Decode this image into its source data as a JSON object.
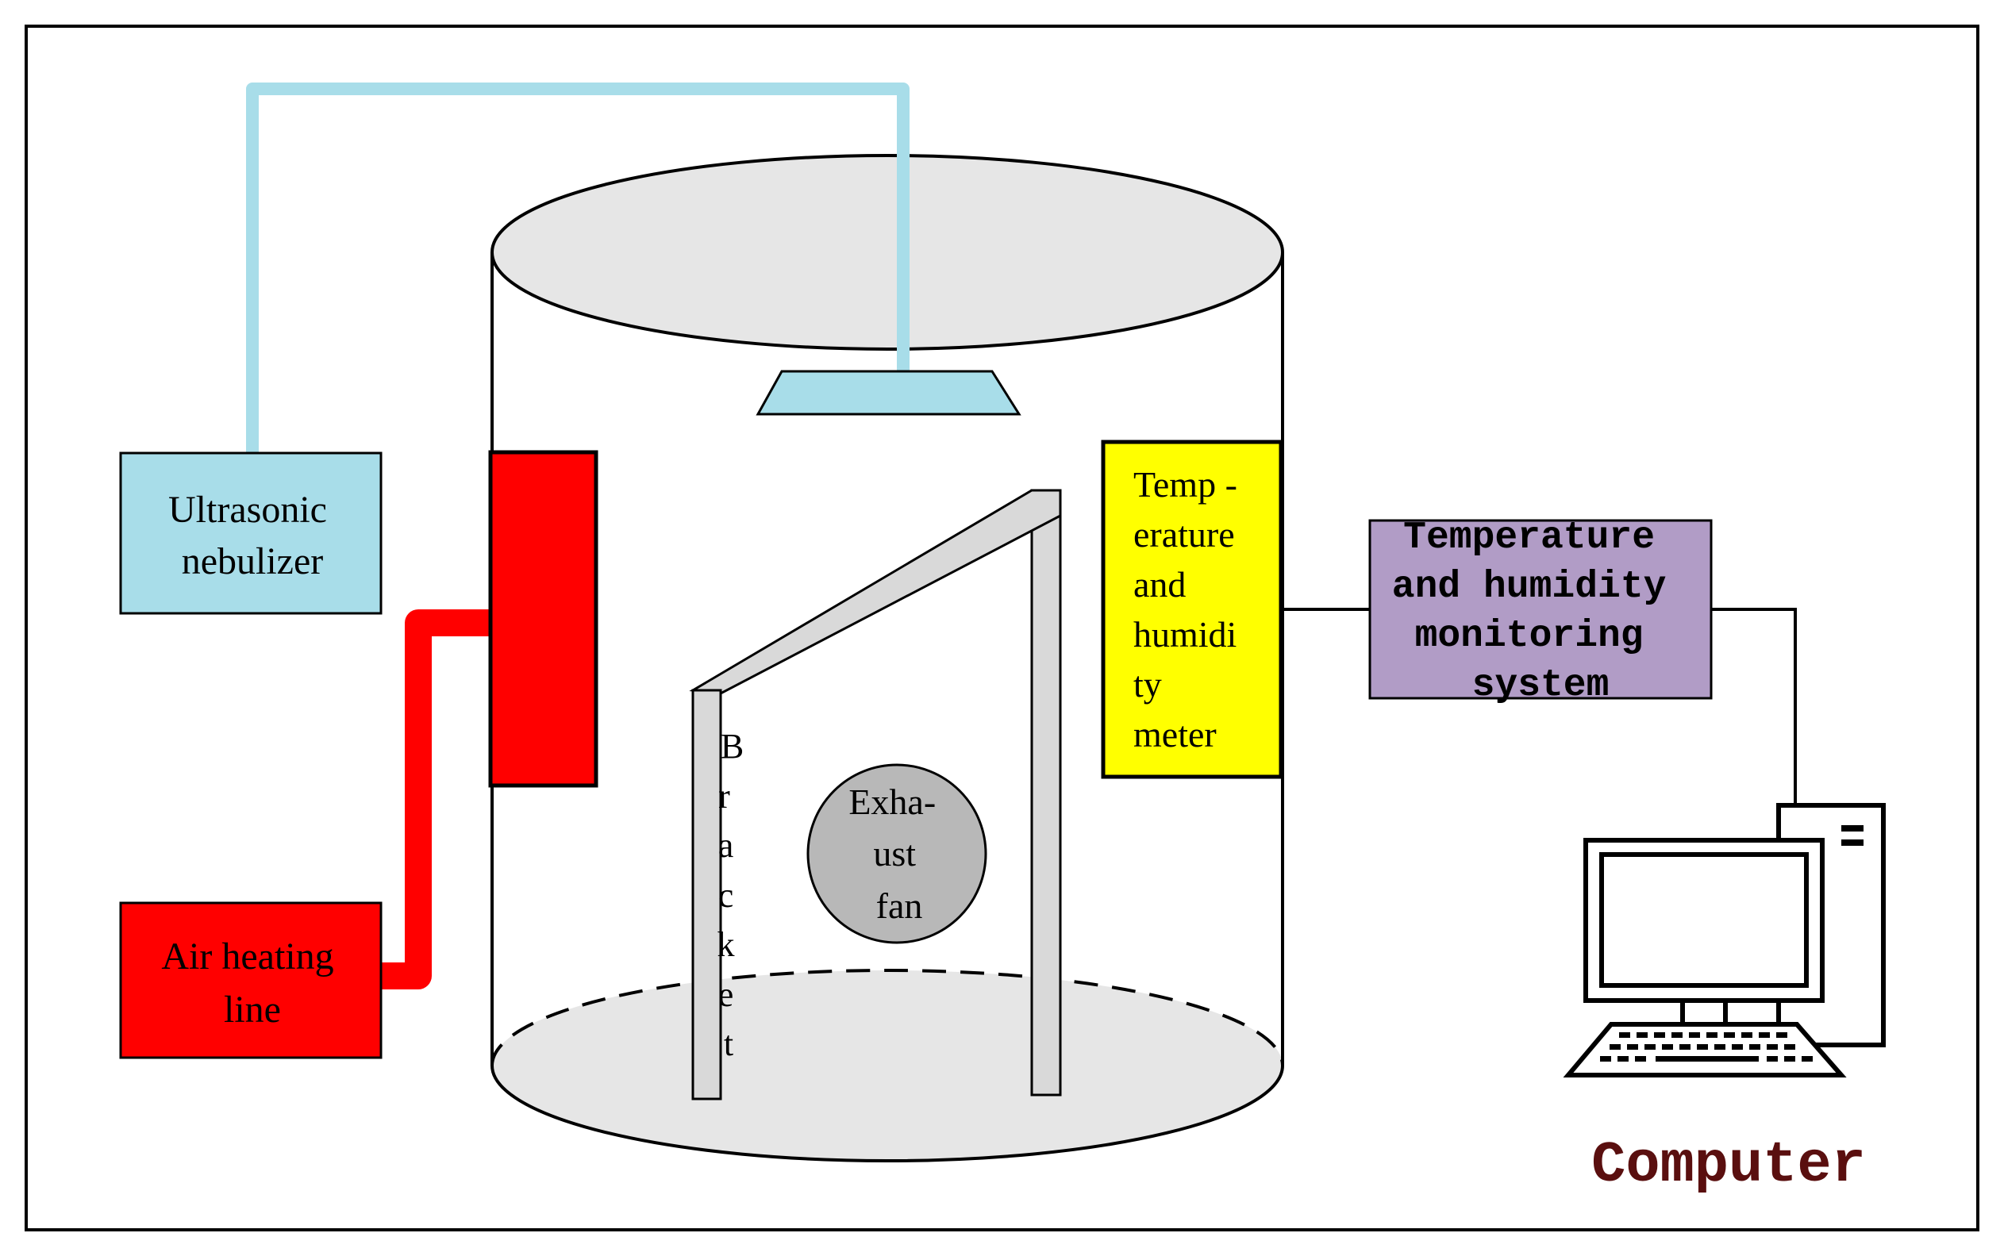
{
  "labels": {
    "nebulizer": [
      "Ultrasonic",
      "nebulizer"
    ],
    "heater": [
      "Air heating",
      "line"
    ],
    "meter": [
      "Temp -",
      "erature",
      "and",
      "humidi",
      "ty",
      "meter"
    ],
    "monitoring": [
      "Temperature",
      "and humidity",
      "monitoring",
      "system"
    ],
    "fan": [
      "Exha-",
      "ust",
      "fan"
    ],
    "bracket": [
      "B",
      "r",
      "a",
      "c",
      "k",
      "e",
      "t"
    ],
    "computer": "Computer"
  },
  "colors": {
    "nebulizer_fill": "#a8dde9",
    "heater_fill": "#ff0000",
    "meter_fill": "#ffff00",
    "monitoring_fill": "#b19cc6",
    "fan_fill": "#b8b8b8",
    "lid_fill": "#e6e6e6",
    "bracket_fill": "#d9d9d9",
    "computer_text": "#5a0f0f"
  }
}
